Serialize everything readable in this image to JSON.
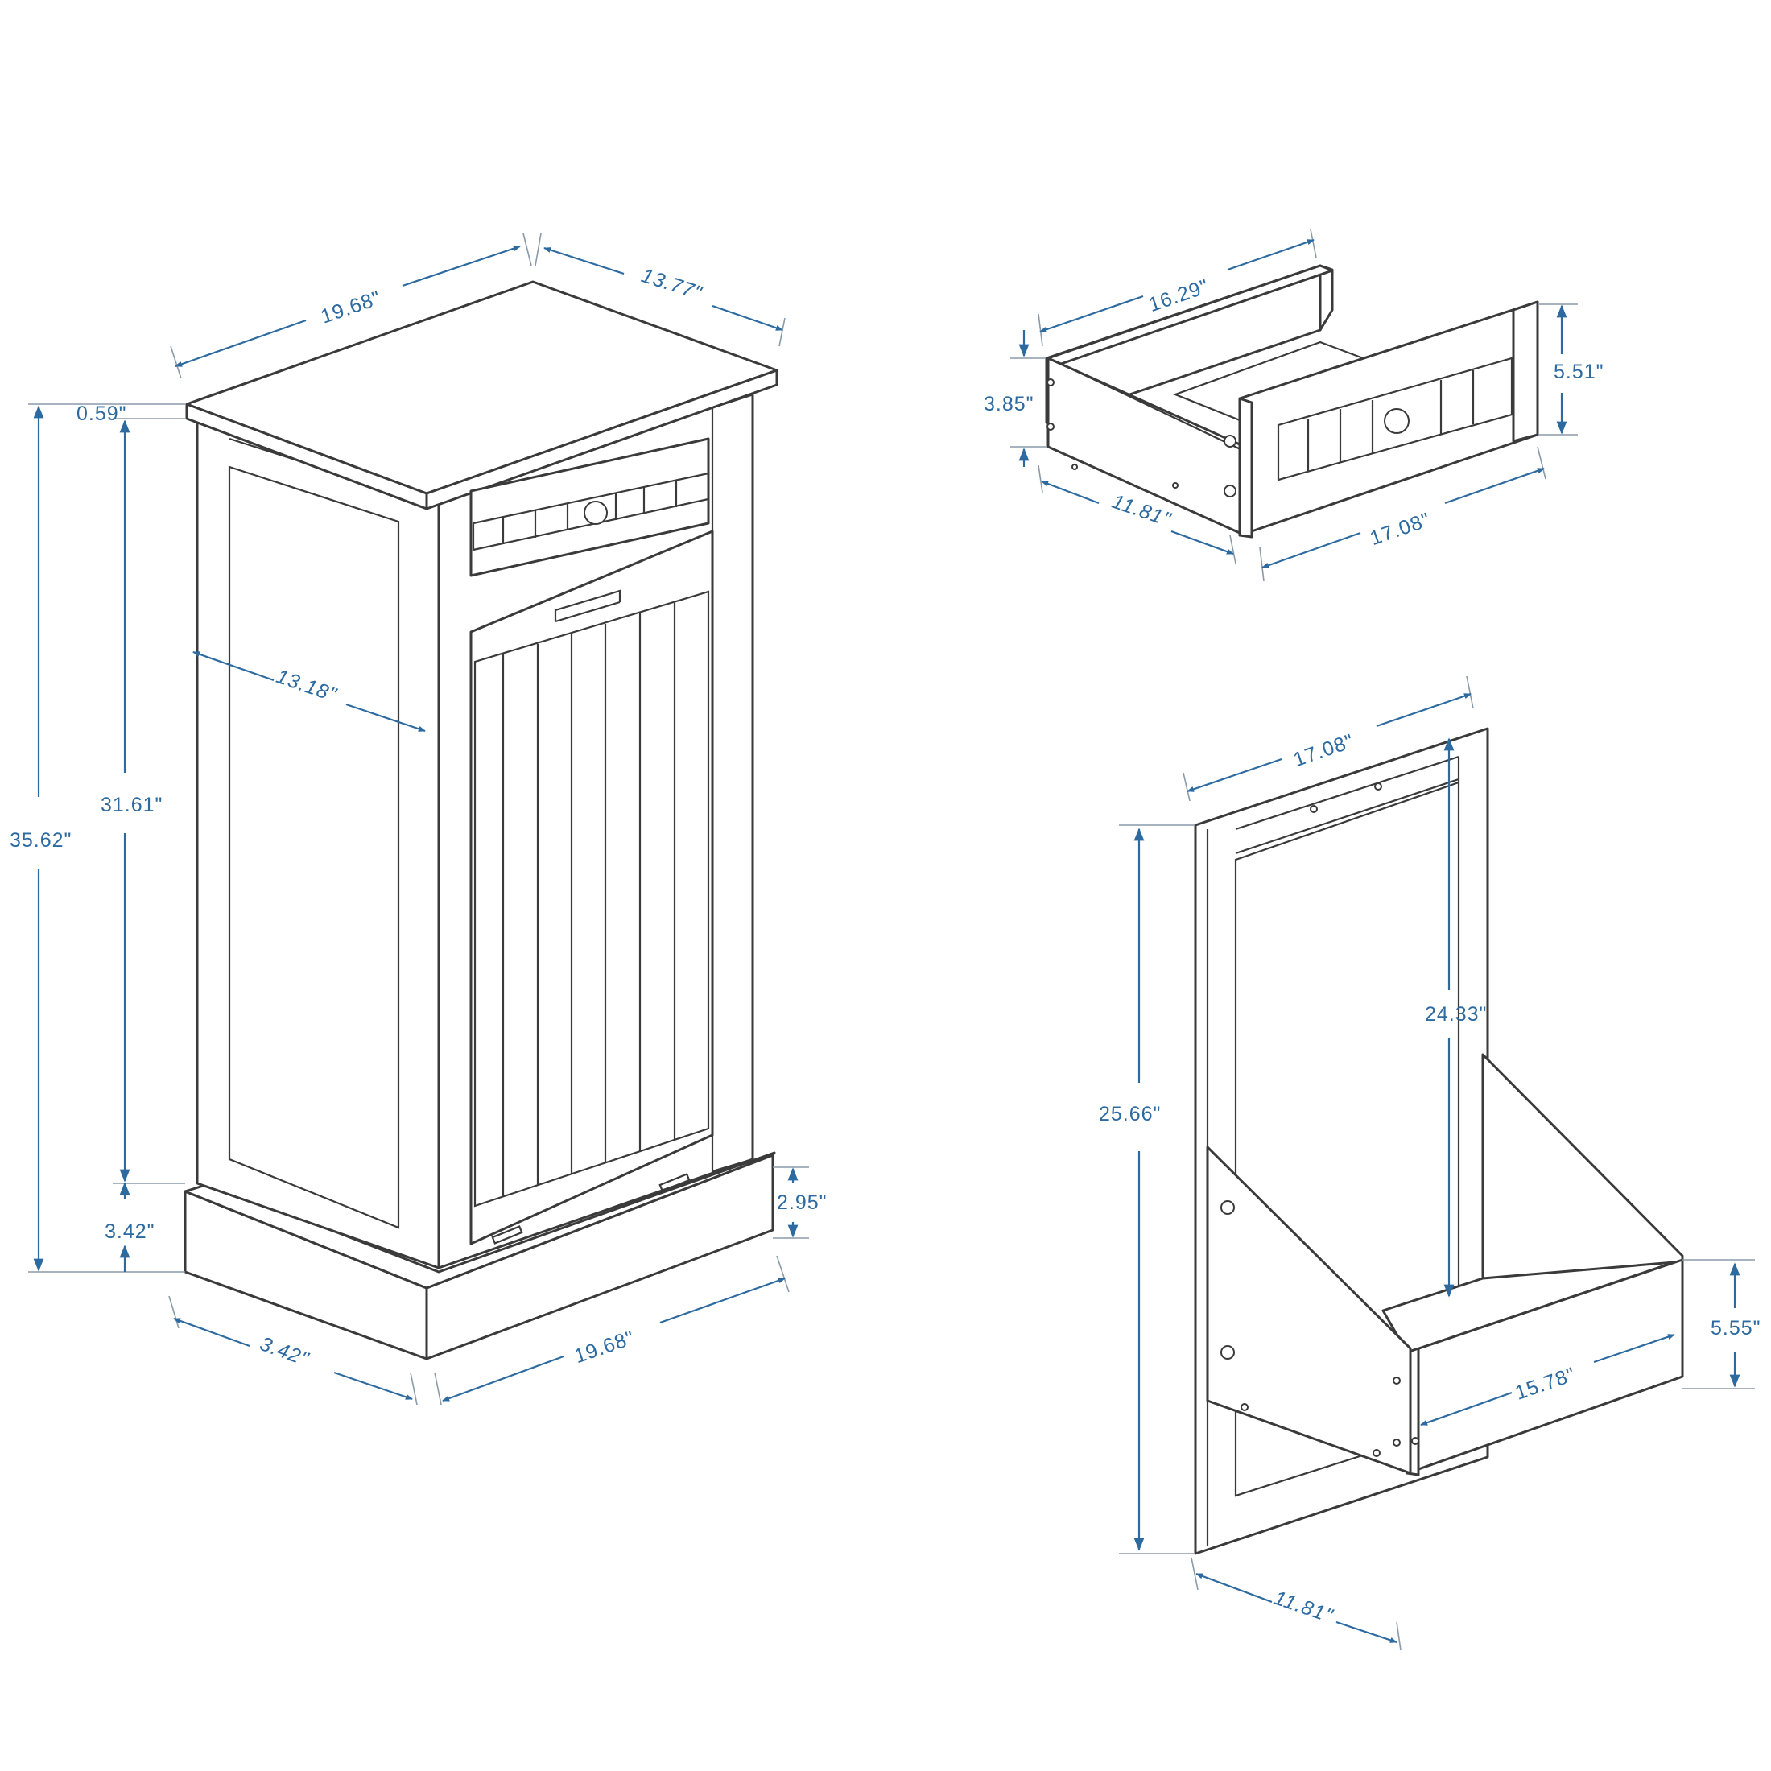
{
  "cabinet": {
    "labels": {
      "top_width": "19.68\"",
      "top_depth": "13.77\"",
      "top_thickness": "0.59\"",
      "total_height": "35.62\"",
      "body_height": "31.61\"",
      "base_height_left": "3.42\"",
      "inner_depth": "13.18\"",
      "base_inset": "2.95\"",
      "base_depth": "3.42\"",
      "base_width": "19.68\""
    }
  },
  "drawer": {
    "labels": {
      "width": "16.29\"",
      "side_height": "3.85\"",
      "front_height": "5.51\"",
      "depth": "11.81\"",
      "front_width": "17.08\""
    }
  },
  "bin_frame": {
    "labels": {
      "top_width": "17.08\"",
      "total_height": "25.66\"",
      "inner_height": "24.33\"",
      "box_height": "5.55\"",
      "box_width": "15.78\"",
      "depth": "11.81\""
    }
  }
}
